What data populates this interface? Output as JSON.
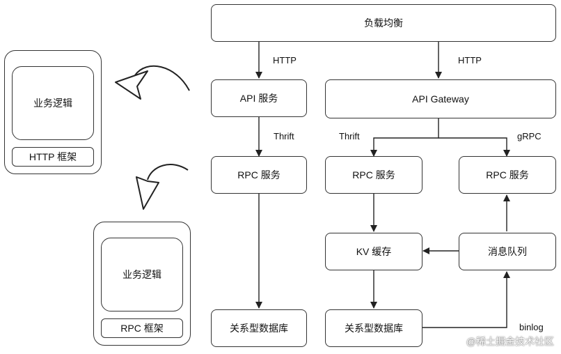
{
  "nodes": {
    "load_balancer": "负载均衡",
    "api_service": "API 服务",
    "rpc_service_left": "RPC 服务",
    "db_left": "关系型数据库",
    "api_gateway": "API Gateway",
    "rpc_service_mid": "RPC 服务",
    "rpc_service_right": "RPC 服务",
    "kv_cache": "KV 缓存",
    "message_queue": "消息队列",
    "db_right": "关系型数据库"
  },
  "edge_labels": {
    "http_left": "HTTP",
    "http_right": "HTTP",
    "thrift_left": "Thrift",
    "thrift_right": "Thrift",
    "grpc": "gRPC",
    "binlog": "binlog"
  },
  "detail_http": {
    "logic": "业务逻辑",
    "framework": "HTTP 框架"
  },
  "detail_rpc": {
    "logic": "业务逻辑",
    "framework": "RPC 框架"
  },
  "watermark": "@稀土掘金技术社区"
}
